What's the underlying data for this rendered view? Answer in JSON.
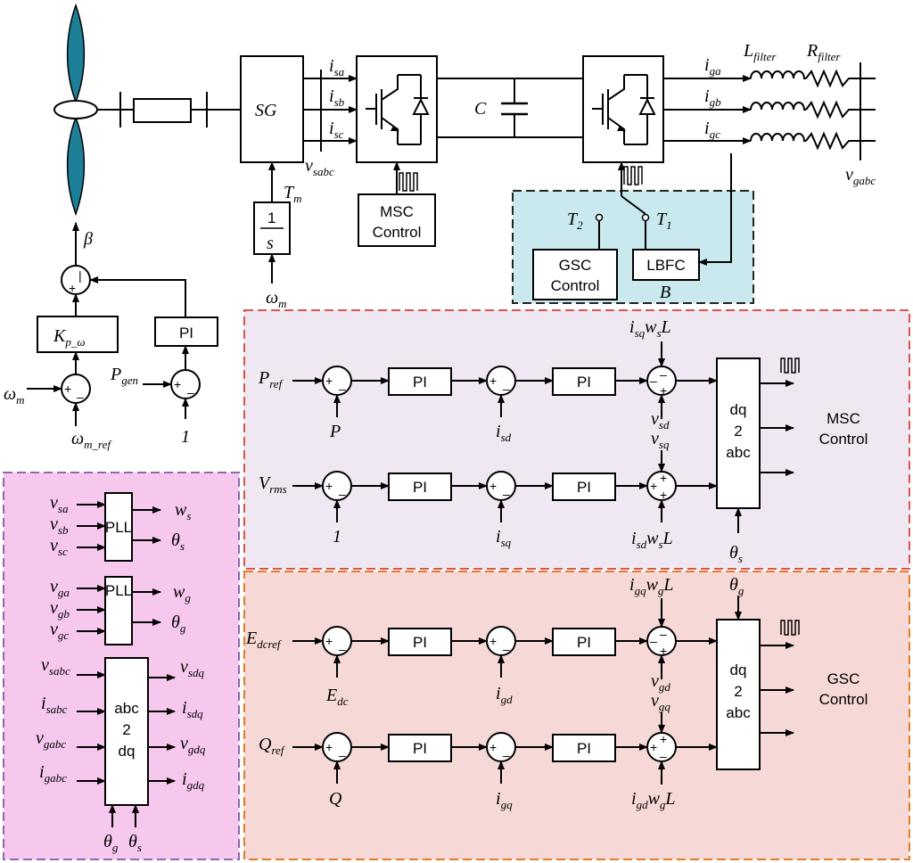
{
  "turbine": {
    "pitch": "β"
  },
  "blocks": {
    "sg": "SG",
    "integrator_num": "1",
    "integrator_den": "s",
    "msc_top": [
      "MSC",
      "Control"
    ],
    "gsc_control": [
      "GSC",
      "Control"
    ],
    "lbfc": "LBFC",
    "pi": "PI",
    "kp_main": "K",
    "kp_sub": "p_ω",
    "dq2abc": [
      "dq",
      "2",
      "abc"
    ],
    "abc2dq": [
      "abc",
      "2",
      "dq"
    ],
    "pll": "PLL"
  },
  "power_labels": {
    "C": "C",
    "Lf_main": "L",
    "Lf_sub": "filter",
    "Rf_main": "R",
    "Rf_sub": "filter",
    "isa": "sa",
    "isb": "sb",
    "isc": "sc",
    "iga": "ga",
    "igb": "gb",
    "igc": "gc",
    "vsabc": "sabc",
    "vgabc": "gabc",
    "Tm_main": "T",
    "Tm_sub": "m",
    "wm_main": "ω",
    "wm_sub": "m"
  },
  "switch": {
    "t1_main": "T",
    "t1_sub": "1",
    "t2_main": "T",
    "t2_sub": "2",
    "b": "B"
  },
  "pitch_ctrl": {
    "wm": "m",
    "wmref": "m_ref",
    "pgen": "gen",
    "one": "1"
  },
  "msc": {
    "title": [
      "MSC",
      "Control"
    ],
    "pref": "ref",
    "p": "P",
    "isd": "sd",
    "isq_top": "sq",
    "ws_top": "s",
    "L": "L",
    "vsd": "sd",
    "vsq": "sq",
    "vrms": "rms",
    "one": "1",
    "isq": "sq",
    "isd_bot": "sd",
    "ws_bot": "s",
    "theta": "s"
  },
  "gsc": {
    "title": [
      "GSC",
      "Control"
    ],
    "igq_top": "gq",
    "wg_top": "g",
    "theta": "g",
    "edcref": "dcref",
    "edc": "dc",
    "igd": "gd",
    "vgd": "gd",
    "vgq": "gq",
    "qref": "ref",
    "q": "Q",
    "igq": "gq",
    "igd_bot": "gd",
    "wg_bot": "g"
  },
  "pll_panel": {
    "vsa": "sa",
    "vsb": "sb",
    "vsc": "sc",
    "ws": "s",
    "ths": "s",
    "vga": "ga",
    "vgb": "gb",
    "vgc": "gc",
    "wg": "g",
    "thg": "g",
    "vsabc": "sabc",
    "isabc": "sabc",
    "vgabc": "gabc",
    "igabc": "gabc",
    "vsdq": "sdq",
    "isdq": "sdq",
    "vgdq": "gdq",
    "igdq": "gdq",
    "theta_g": "g",
    "theta_s": "s"
  },
  "colors": {
    "msc_panel_bg": "#efe8f3",
    "msc_panel_border": "#d9534f",
    "gsc_panel_bg": "#f6d9d6",
    "gsc_panel_border": "#e07b28",
    "pll_panel_bg": "#f6c8ee",
    "pll_panel_border": "#8a6aa8",
    "switch_panel_bg": "#c9e9ef",
    "blade": "#1e7f98"
  }
}
